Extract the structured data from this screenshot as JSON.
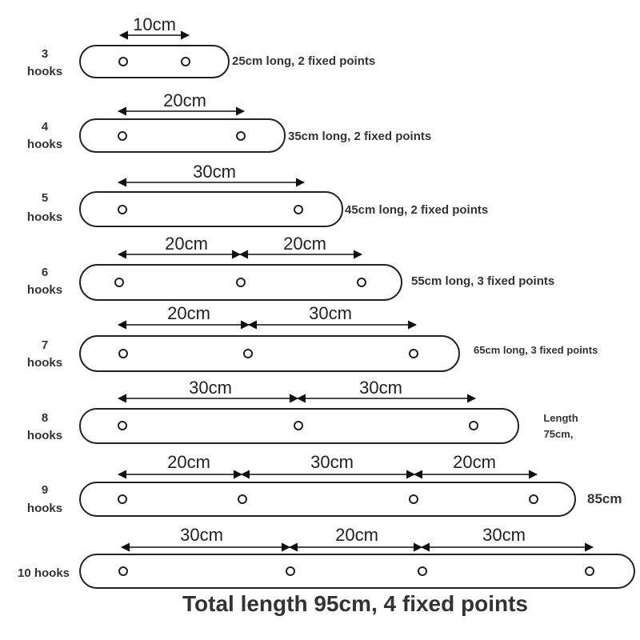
{
  "rows": [
    {
      "hooks_line1": "3",
      "hooks_line2": "hooks",
      "dims": [
        "10cm"
      ],
      "desc": [
        "25cm long, 2 fixed points"
      ]
    },
    {
      "hooks_line1": "4",
      "hooks_line2": "hooks",
      "dims": [
        "20cm"
      ],
      "desc": [
        "35cm long, 2 fixed points"
      ]
    },
    {
      "hooks_line1": "5",
      "hooks_line2": "hooks",
      "dims": [
        "30cm"
      ],
      "desc": [
        "45cm long, 2 fixed points"
      ]
    },
    {
      "hooks_line1": "6",
      "hooks_line2": "hooks",
      "dims": [
        "20cm",
        "20cm"
      ],
      "desc": [
        "55cm long, 3 fixed points"
      ]
    },
    {
      "hooks_line1": "7",
      "hooks_line2": "hooks",
      "dims": [
        "20cm",
        "30cm"
      ],
      "desc": [
        "65cm long, 3 fixed points"
      ]
    },
    {
      "hooks_line1": "8",
      "hooks_line2": "hooks",
      "dims": [
        "30cm",
        "30cm"
      ],
      "desc": [
        "Length",
        "75cm,"
      ]
    },
    {
      "hooks_line1": "9",
      "hooks_line2": "hooks",
      "dims": [
        "20cm",
        "30cm",
        "20cm"
      ],
      "desc": [
        "85cm"
      ]
    },
    {
      "hooks_single": "10 hooks",
      "dims": [
        "30cm",
        "20cm",
        "30cm"
      ],
      "desc": []
    }
  ],
  "footer": "Total length 95cm, 4 fixed points"
}
